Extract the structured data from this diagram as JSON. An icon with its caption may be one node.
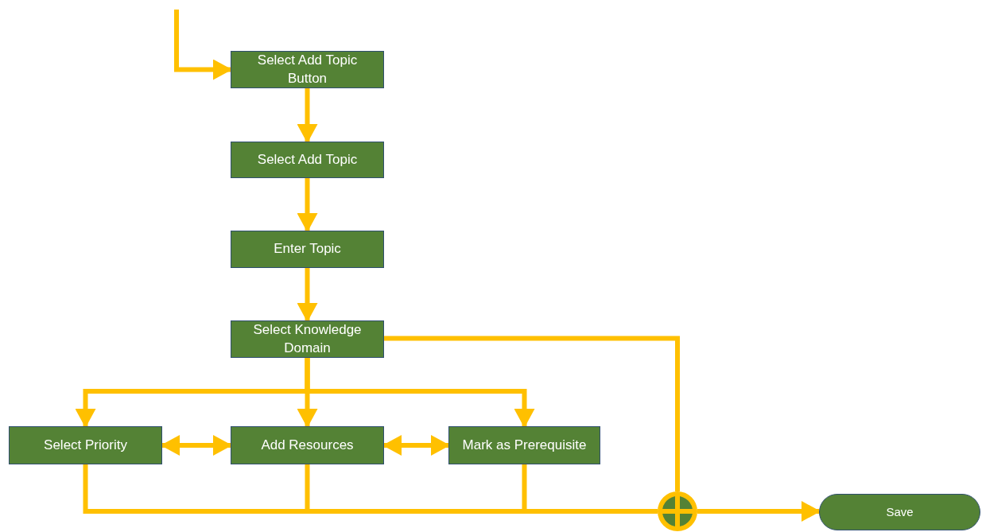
{
  "diagram": {
    "nodes": [
      {
        "text": [
          "Select Add Topic Button"
        ]
      },
      {
        "text": [
          "Select Add Topic"
        ]
      },
      {
        "text": [
          "Enter Topic"
        ]
      },
      {
        "text": [
          "Select Knowledge Domain"
        ]
      },
      {
        "text": [
          "Select Priority"
        ]
      },
      {
        "text": [
          "Add Resources"
        ]
      },
      {
        "text": [
          "Mark as Prerequisite"
        ]
      },
      {
        "text": [],
        "shape": "circle"
      },
      {
        "text": [
          "Save"
        ]
      }
    ],
    "edges": [
      {
        "from": null,
        "to": 0,
        "arrow": "to"
      },
      {
        "from": 0,
        "to": 1,
        "arrow": "to"
      },
      {
        "from": 1,
        "to": 2,
        "arrow": "to"
      },
      {
        "from": 2,
        "to": 3,
        "arrow": "to"
      },
      {
        "from": 3,
        "to": 4,
        "arrow": "to"
      },
      {
        "from": 3,
        "to": 5,
        "arrow": "to"
      },
      {
        "from": 3,
        "to": 6,
        "arrow": "to"
      },
      {
        "from": 4,
        "to": 5,
        "arrow": "both"
      },
      {
        "from": 5,
        "to": 6,
        "arrow": "both"
      },
      {
        "from": 3,
        "to": 7,
        "arrow": "none"
      },
      {
        "from": 4,
        "to": 7,
        "arrow": "none"
      },
      {
        "from": 5,
        "to": 7,
        "arrow": "none"
      },
      {
        "from": 6,
        "to": 7,
        "arrow": "none"
      },
      {
        "from": 7,
        "to": 8,
        "arrow": "to"
      }
    ]
  }
}
